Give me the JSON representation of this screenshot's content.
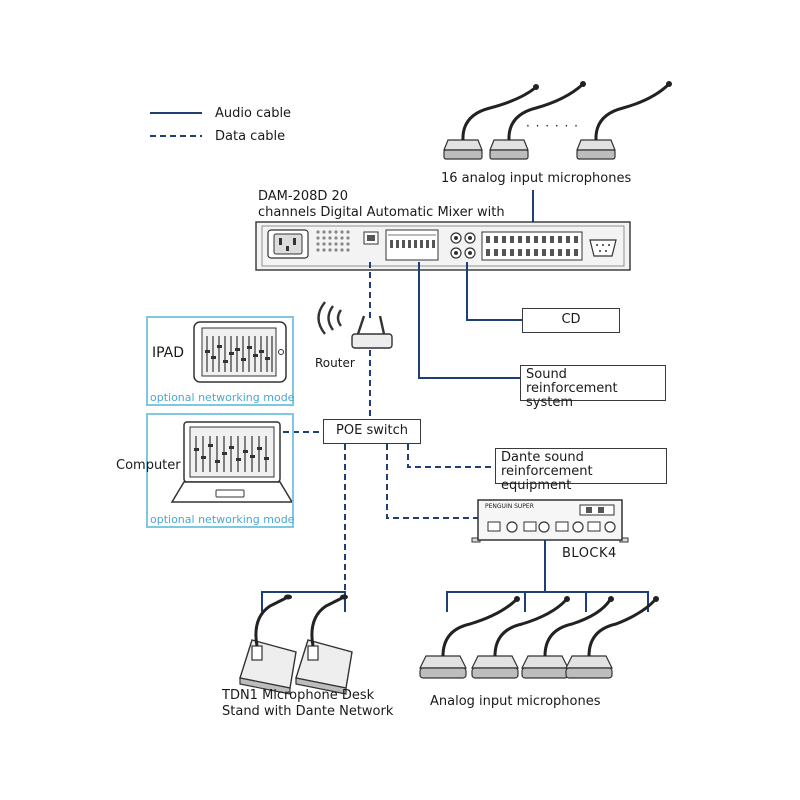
{
  "legend": {
    "audio_label": "Audio cable",
    "data_label": "Data cable"
  },
  "mixer": {
    "label_line1": "DAM-208D 20",
    "label_line2": "channels Digital Automatic Mixer with"
  },
  "top_mics": {
    "label": "16 analog input microphones",
    "dots": "· · · · · ·"
  },
  "router": {
    "label": "Router"
  },
  "cd": {
    "label": "CD"
  },
  "sound_reinforcement": {
    "line1": "Sound reinforcement",
    "line2": "system"
  },
  "poe_switch": {
    "label": "POE switch"
  },
  "dante_equipment": {
    "line1": "Dante sound",
    "line2": "reinforcement equipment"
  },
  "ipad": {
    "label": "IPAD",
    "mode_label": "optional networking mode"
  },
  "computer": {
    "label": "Computer",
    "mode_label": "optional networking mode"
  },
  "block4": {
    "label": "BLOCK4",
    "brand": "PENGUIN SUPER"
  },
  "tdn1": {
    "line1": "TDN1 Microphone Desk",
    "line2": "Stand with Dante Network"
  },
  "bottom_mics": {
    "label": "Analog input microphones"
  },
  "colors": {
    "audio_line": "#1f3f74",
    "data_line": "#1f3f74",
    "mode_frame": "#7fc8e2",
    "mode_text": "#4aa8d0",
    "device_fill": "#e9e9e9",
    "device_stroke": "#333333"
  }
}
